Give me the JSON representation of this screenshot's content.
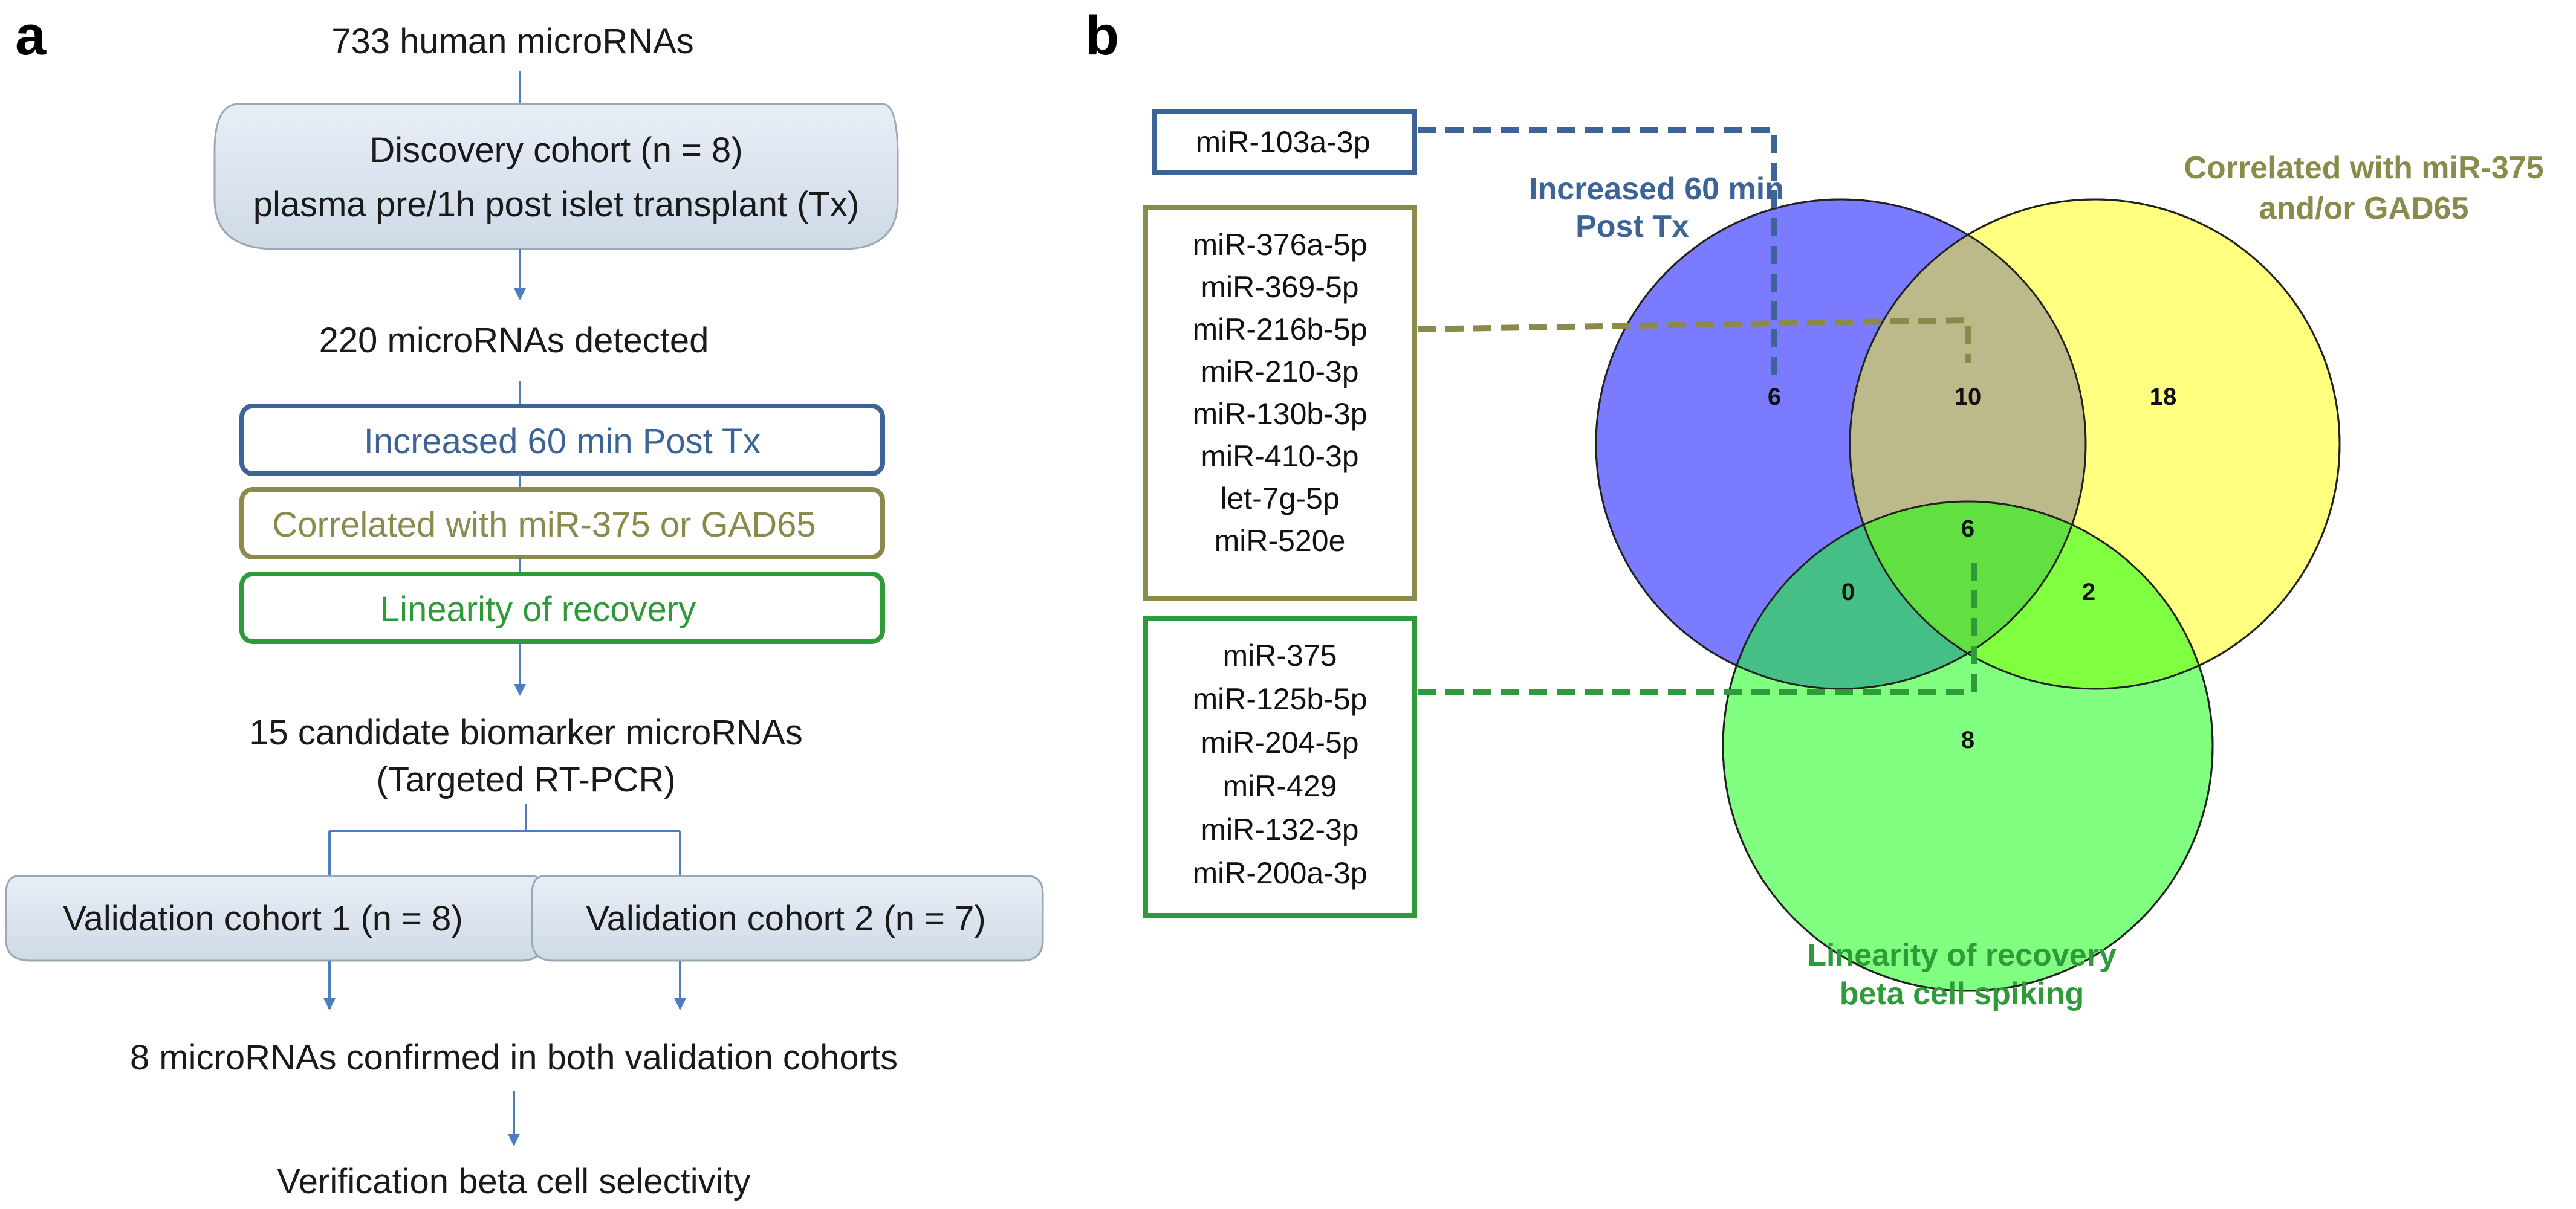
{
  "panel_a": {
    "label": "a",
    "start_text": "733 human microRNAs",
    "discovery": {
      "line1": "Discovery cohort (n = 8)",
      "line2": "plasma pre/1h post islet transplant (Tx)"
    },
    "detected_text": "220 microRNAs detected",
    "filters": {
      "increased": "Increased 60 min Post Tx",
      "correlated": "Correlated with miR-375 or GAD65",
      "linearity": "Linearity of recovery"
    },
    "candidates": {
      "line1": "15 candidate biomarker microRNAs",
      "line2": "(Targeted RT-PCR)"
    },
    "validation1": "Validation cohort 1 (n = 8)",
    "validation2": "Validation cohort 2 (n = 7)",
    "confirmed_text": "8 microRNAs confirmed in both validation cohorts",
    "verification_text": "Verification beta cell selectivity"
  },
  "panel_b": {
    "label": "b",
    "box_blue": [
      "miR-103a-3p"
    ],
    "box_olive": [
      "miR-376a-5p",
      "miR-369-5p",
      "miR-216b-5p",
      "miR-210-3p",
      "miR-130b-3p",
      "miR-410-3p",
      "let-7g-5p",
      "miR-520e"
    ],
    "box_green": [
      "miR-375",
      "miR-125b-5p",
      "miR-204-5p",
      "miR-429",
      "miR-132-3p",
      "miR-200a-3p"
    ],
    "venn": {
      "label_blue": [
        "Increased 60 min",
        "Post Tx"
      ],
      "label_yellow": [
        "Correlated with miR-375",
        "and/or GAD65"
      ],
      "label_green": [
        "Linearity of recovery",
        "beta cell spiking"
      ],
      "counts": {
        "blue_only": "6",
        "blue_yellow": "10",
        "yellow_only": "18",
        "all_three": "6",
        "blue_green": "0",
        "yellow_green": "2",
        "green_only": "8"
      }
    }
  },
  "colors": {
    "blue_box": "#3d6496",
    "olive_box": "#8a8a4a",
    "green_box": "#2f9a3a",
    "arrow": "#4a7ec0",
    "node_fill": "#dde6f0",
    "venn_blue": "#7b7bff",
    "venn_yellow": "#ffff80",
    "venn_green": "#80ff80"
  }
}
